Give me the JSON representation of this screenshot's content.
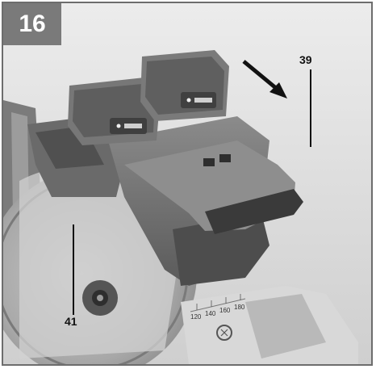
{
  "figure": {
    "number": "16",
    "callouts": {
      "arrow_label": "39",
      "blade_label": "41"
    },
    "scale_ticks": [
      "120",
      "140",
      "160",
      "180"
    ]
  },
  "colors": {
    "frame_border": "#6d6d6d",
    "badge_background": "#7a7a7a",
    "badge_text": "#ffffff",
    "callout_text": "#111111"
  }
}
